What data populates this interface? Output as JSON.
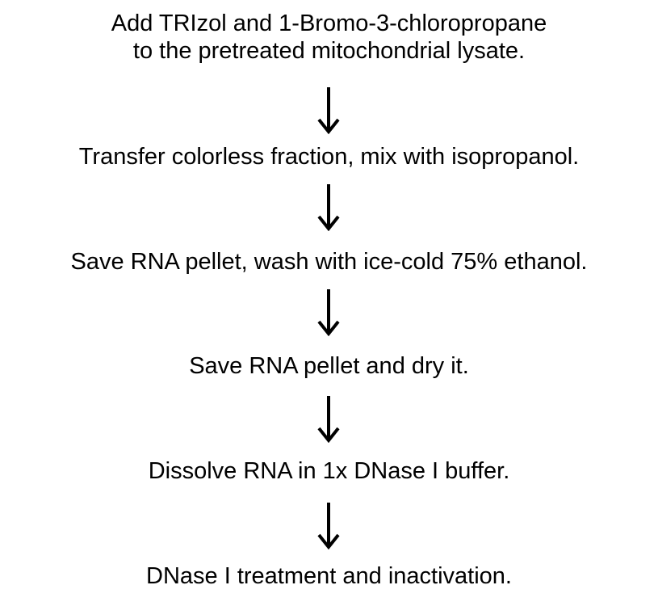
{
  "diagram": {
    "steps": [
      {
        "lines": [
          "Add TRIzol and 1-Bromo-3-chloropropane",
          "to the pretreated mitochondrial lysate."
        ]
      },
      {
        "lines": [
          "Transfer colorless fraction, mix with isopropanol."
        ]
      },
      {
        "lines": [
          "Save RNA pellet, wash with ice-cold 75% ethanol."
        ]
      },
      {
        "lines": [
          "Save RNA pellet and dry it."
        ]
      },
      {
        "lines": [
          "Dissolve RNA in 1x DNase I buffer."
        ]
      },
      {
        "lines": [
          "DNase I treatment and inactivation."
        ]
      }
    ],
    "colors": {
      "text": "#000000",
      "arrow": "#000000",
      "background": "#ffffff"
    },
    "arrow_icon": "down-arrow-icon"
  }
}
